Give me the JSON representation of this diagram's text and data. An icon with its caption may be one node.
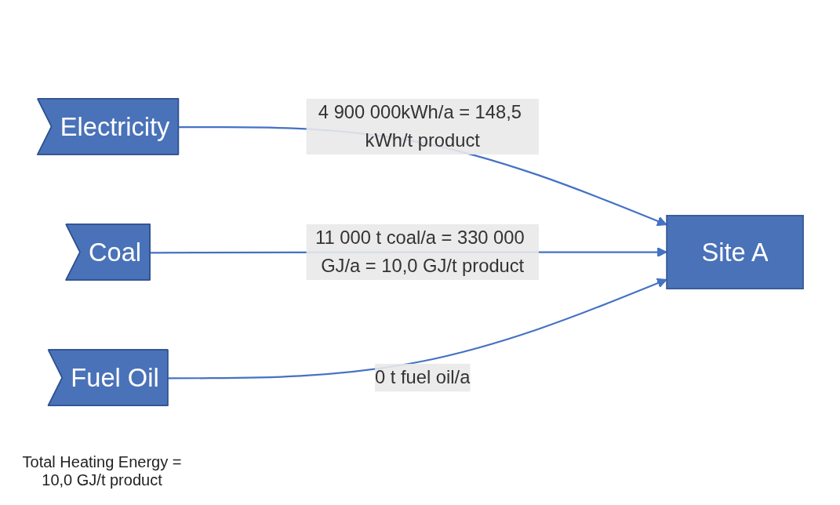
{
  "diagram": {
    "nodes": [
      {
        "text": [
          "Electricity"
        ]
      },
      {
        "text": [
          "Coal"
        ]
      },
      {
        "text": [
          "Fuel Oil"
        ]
      },
      {
        "text": [
          "Site A"
        ]
      }
    ],
    "edges": [
      {
        "from": 0,
        "to": 3,
        "arrow": "to",
        "label": "4 900 000kWh/a = 148,5 kWh/t product"
      },
      {
        "from": 1,
        "to": 3,
        "arrow": "to",
        "label": "11 000 t coal/a = 330 000 GJ/a = 10,0 GJ/t product"
      },
      {
        "from": 2,
        "to": 3,
        "arrow": "to",
        "label": "0 t fuel oil/a"
      }
    ],
    "labels": [
      "Total Heating Energy = 10,0 GJ/t product"
    ]
  }
}
